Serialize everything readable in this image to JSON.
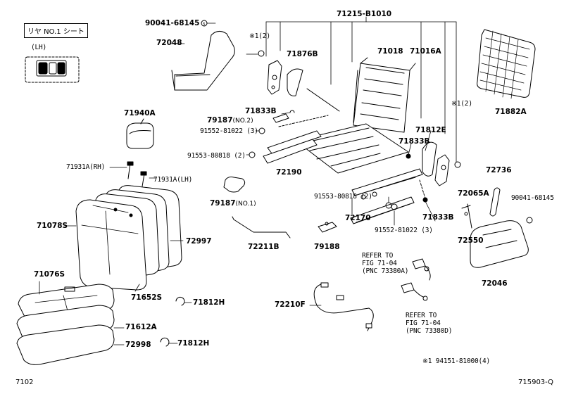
{
  "header_box": "リヤ NO.1 シート",
  "sub_label": "(LH)",
  "labels": {
    "p90041_68145_top": "90041-68145",
    "p72048": "72048",
    "p71215": "71215-B1010",
    "note_a_2_left": "※1(2)",
    "p71876b": "71876B",
    "p71018": "71018",
    "p71016a": "71016A",
    "p71882a": "71882A",
    "note_a_2_right": "※1(2)",
    "p71940a": "71940A",
    "p71833b_top": "71833B",
    "p79187_no2": "79187",
    "p79187_no2_suffix": "(NO.2)",
    "p91552_top": "91552-81022 (3)",
    "p71812e": "71812E",
    "p71833b_mid": "71833B",
    "p91553_top": "91553-80818 (2)",
    "p72190": "72190",
    "p71931a_rh": "71931A(RH)",
    "p71931a_lh": "71931A(LH)",
    "p72736": "72736",
    "p79187_no1": "79187",
    "p79187_no1_suffix": "(NO.1)",
    "p72065a": "72065A",
    "p90041_68145_right": "90041-68145",
    "p91553_mid": "91553-80818 (2)",
    "p71833b_low": "71833B",
    "p71078s": "71078S",
    "p72997": "72997",
    "p72170": "72170",
    "p91552_low": "91552-81022 (3)",
    "p72550": "72550",
    "p72211b": "72211B",
    "p79188": "79188",
    "refer_top_1": "REFER TO",
    "refer_top_2": "FIG 71-04",
    "refer_top_3": "(PNC 73380A)",
    "p71076s": "71076S",
    "p71652s": "71652S",
    "p72046": "72046",
    "p71812h_top": "71812H",
    "p72210f": "72210F",
    "refer_bot_1": "REFER TO",
    "refer_bot_2": "FIG 71-04",
    "refer_bot_3": "(PNC 73380D)",
    "p71612a": "71612A",
    "p71812h_bot": "71812H",
    "p72998": "72998",
    "footnote": "※1  94151-81000(4)"
  },
  "footer": {
    "left": "7102",
    "right": "715903-Q"
  }
}
